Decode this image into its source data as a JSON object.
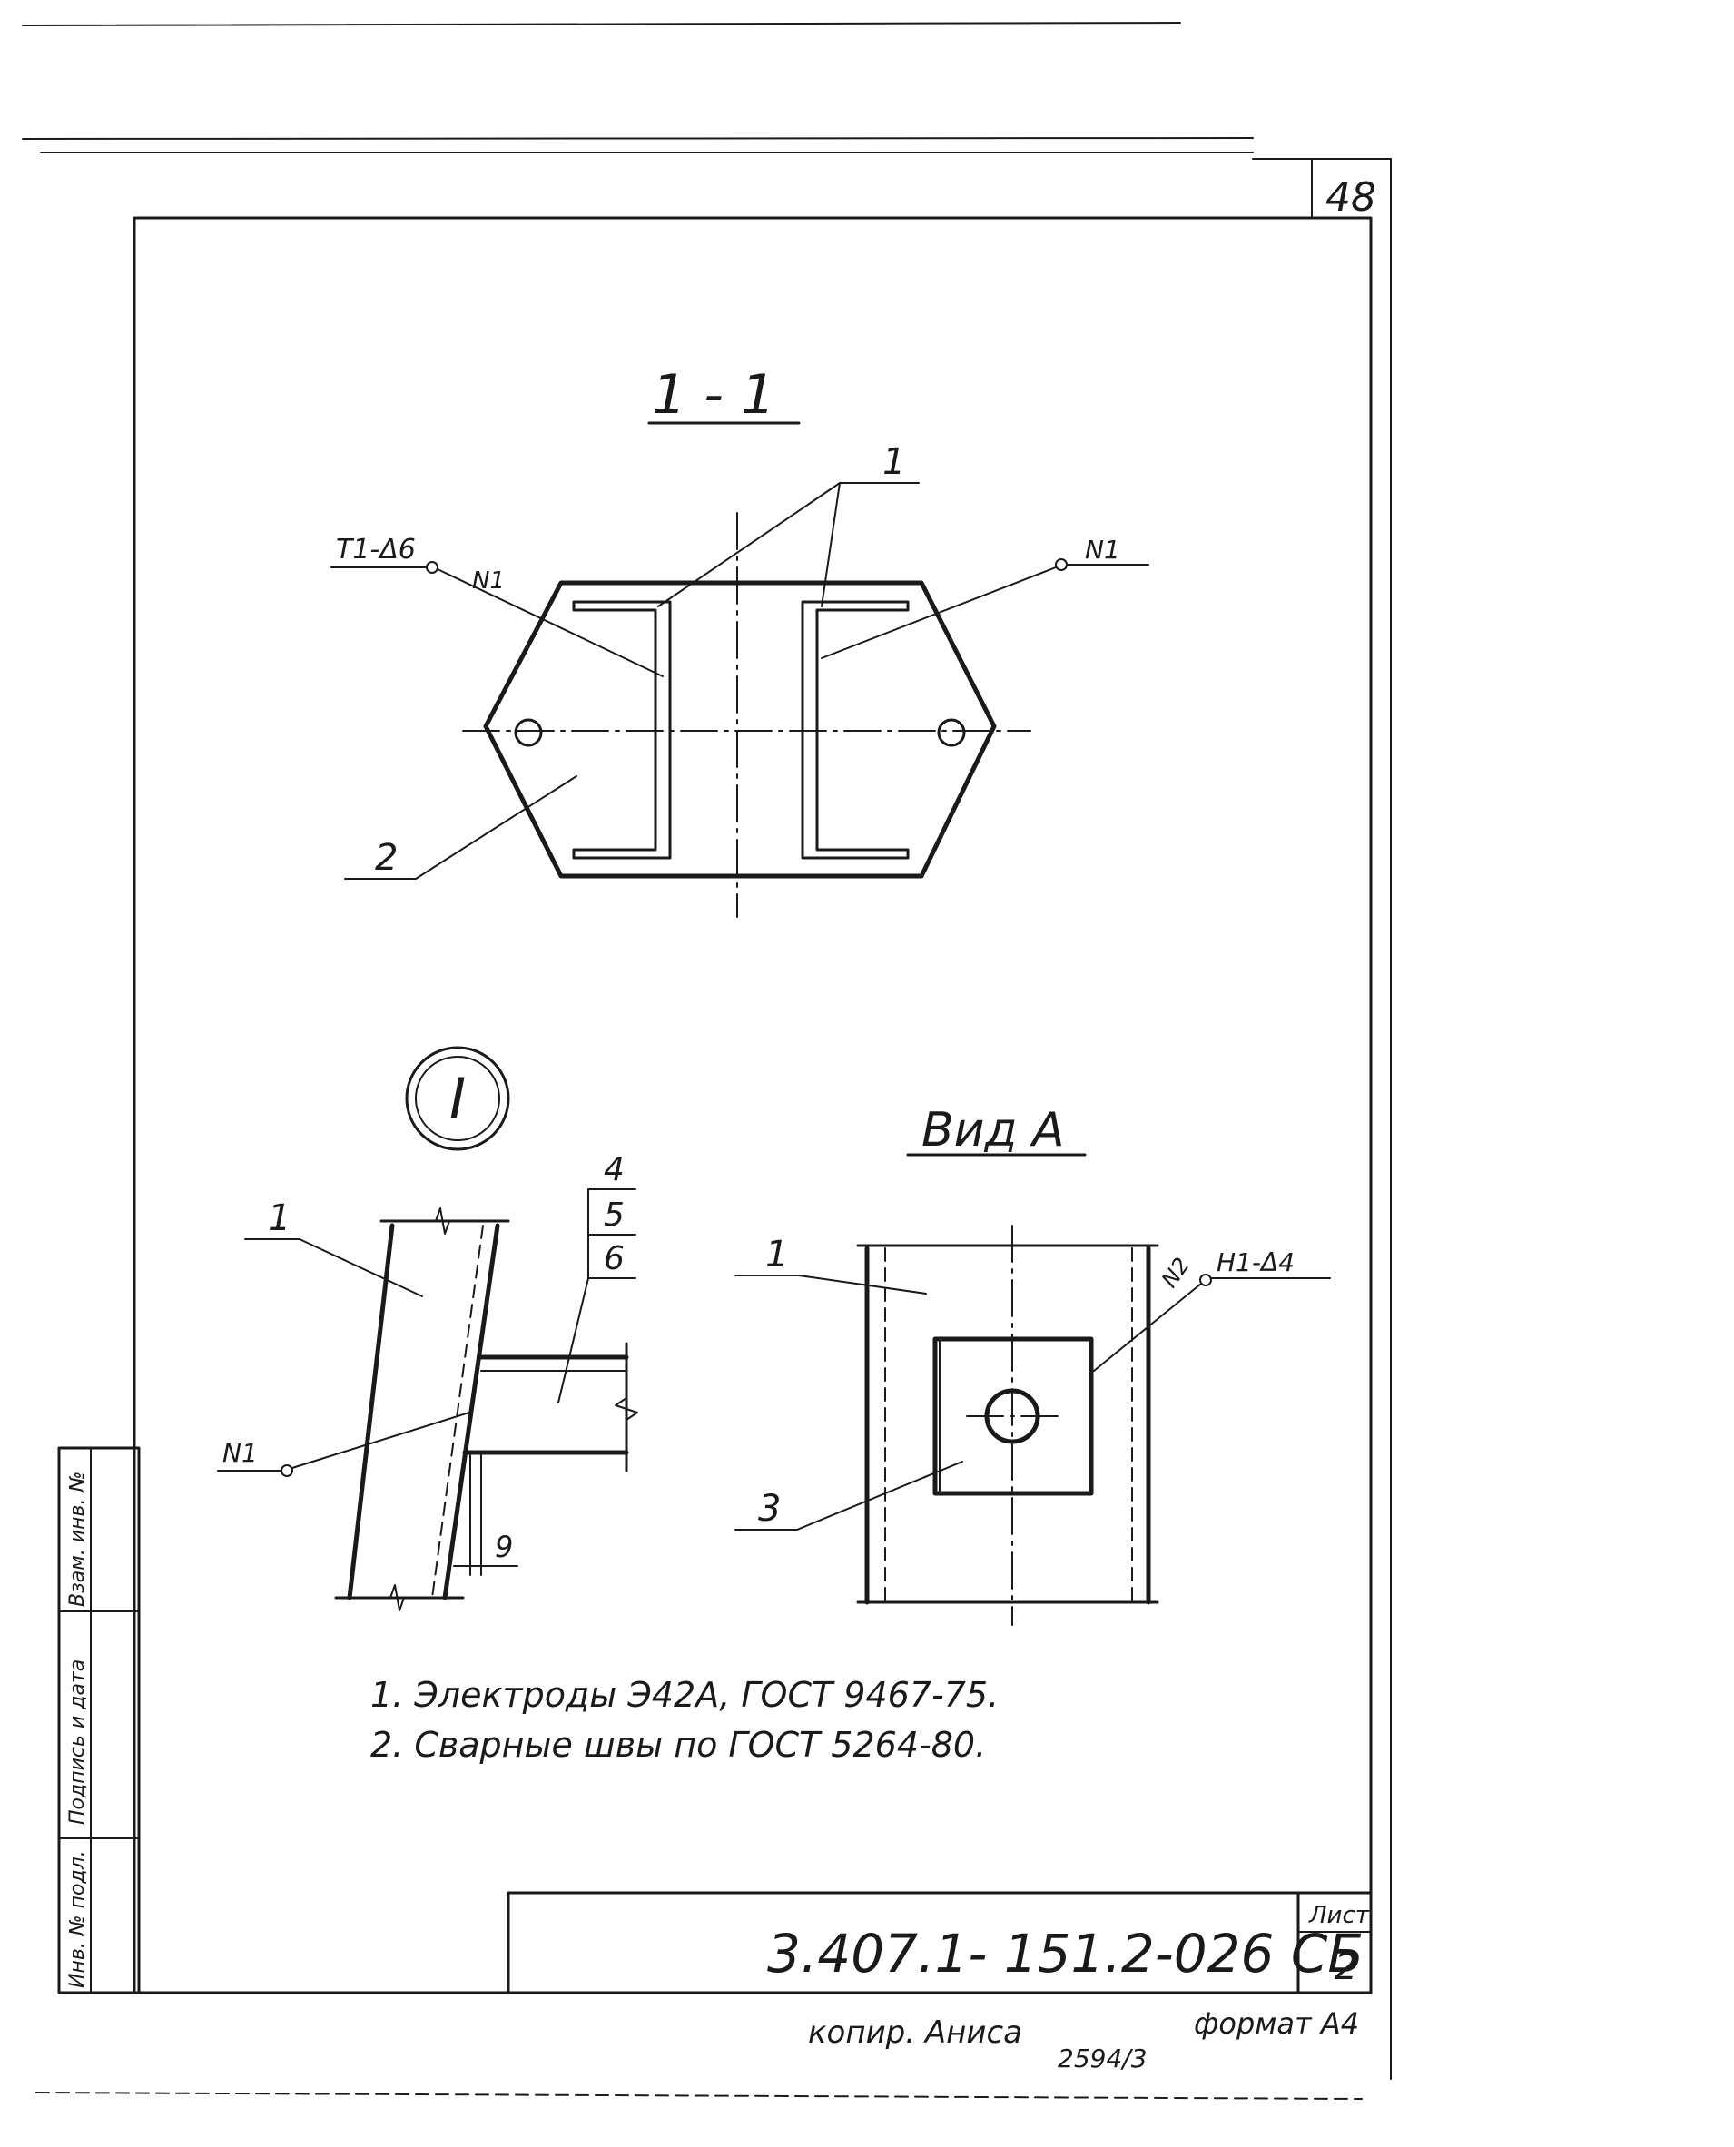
{
  "sheet_corner_number": "48",
  "section_view": {
    "title": "1 - 1",
    "callouts": {
      "part_1": "1",
      "part_2": "2",
      "weld_left_code": "T1-Δ6",
      "weld_left_seam": "N1",
      "weld_right_seam": "N1"
    }
  },
  "detail_view": {
    "marker": "I",
    "callouts": {
      "part_1": "1",
      "part_4": "4",
      "part_5": "5",
      "part_6": "6",
      "weld_seam": "N1",
      "dimension_gap": "9"
    }
  },
  "view_a": {
    "title": "Вид А",
    "callouts": {
      "part_1": "1",
      "part_3": "3",
      "weld_seam": "N2",
      "weld_code": "H1-Δ4"
    }
  },
  "notes": [
    "1. Электроды Э42А, ГОСТ 9467-75.",
    "2. Сварные швы по ГОСТ 5264-80."
  ],
  "title_block": {
    "document_code": "3.407.1- 151.2-026 СБ",
    "sheet_label": "Лист",
    "sheet_number": "2"
  },
  "left_stamp": {
    "inv_no_podl": "Инв. № подл.",
    "podpis_data": "Подпись и дата",
    "vzam_inv": "Взам. инв. №"
  },
  "footer": {
    "copied_by": "копир. Аниса",
    "order_number": "2594/3",
    "format": "формат А4"
  }
}
